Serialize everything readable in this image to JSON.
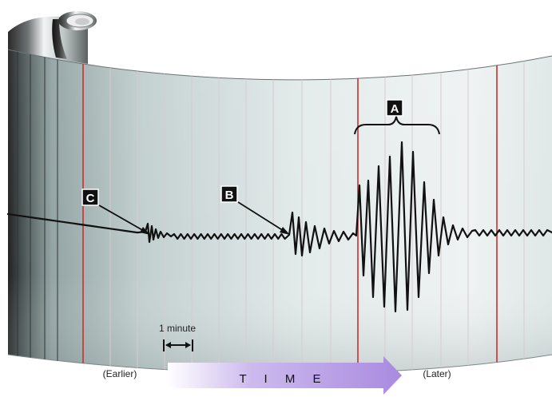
{
  "diagram": {
    "markers": {
      "A": "A",
      "B": "B",
      "C": "C"
    },
    "scale_label": "1 minute",
    "axis": {
      "earlier": "(Earlier)",
      "time": "T I M E",
      "later": "(Later)"
    },
    "colors": {
      "paper_light": "#e9efef",
      "paper_dark": "#93a4a4",
      "red_line": "#c9302c",
      "grid_line": "#d6cccc",
      "trace": "#111111",
      "arrow_fill": "#b89de4"
    }
  }
}
